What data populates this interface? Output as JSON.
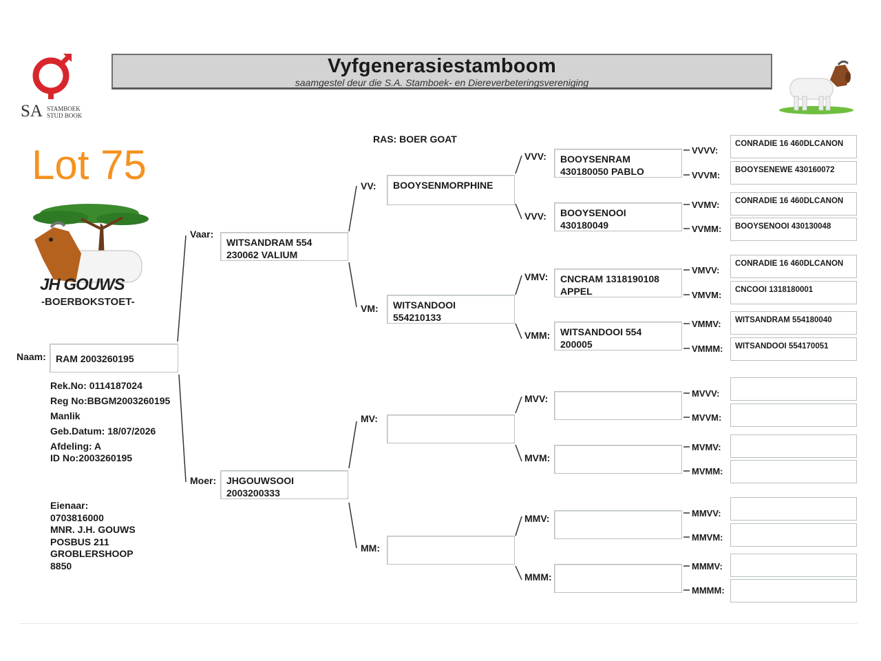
{
  "header": {
    "title": "Vyfgenerasiestamboom",
    "subtitle": "saamgestel deur die S.A. Stamboek- en Diereverbeteringsvereniging",
    "logo_text_big": "SA",
    "logo_text_small_1": "STAMBOEK",
    "logo_text_small_2": "STUD BOOK"
  },
  "lot": "Lot 75",
  "breeder_logo": {
    "name": "JH GOUWS",
    "tagline": "-BOERBOKSTOET-"
  },
  "breed": "RAS: BOER GOAT",
  "animal": {
    "name_label": "Naam:",
    "name": "RAM 2003260195",
    "details": [
      "Rek.No: 0114187024",
      "Reg No:BBGM2003260195",
      "Manlik",
      "Geb.Datum: 18/07/2026",
      "Afdeling: A",
      "ID No:2003260195"
    ]
  },
  "owner": {
    "lines": [
      "Eienaar:",
      "0703816000",
      "MNR. J.H. GOUWS",
      "POSBUS 211",
      "GROBLERSHOOP",
      "8850"
    ]
  },
  "gen1": {
    "vaar": {
      "label": "Vaar:",
      "value": "WITSANDRAM 554\n230062 VALIUM"
    },
    "moer": {
      "label": "Moer:",
      "value": "JHGOUWSOOI\n2003200333"
    }
  },
  "gen2": {
    "vv": {
      "label": "VV:",
      "value": "BOOYSENMORPHINE"
    },
    "vm": {
      "label": "VM:",
      "value": "WITSANDOOI\n554210133"
    },
    "mv": {
      "label": "MV:",
      "value": ""
    },
    "mm": {
      "label": "MM:",
      "value": ""
    }
  },
  "gen3": {
    "vvv": {
      "label": "VVV:",
      "value": "BOOYSENRAM\n430180050 PABLO"
    },
    "vvm": {
      "label": "VVV:",
      "value": "BOOYSENOOI\n430180049"
    },
    "vmv": {
      "label": "VMV:",
      "value": "CNCRAM 1318190108\nAPPEL"
    },
    "vmm": {
      "label": "VMM:",
      "value": "WITSANDOOI 554\n200005"
    },
    "mvv": {
      "label": "MVV:",
      "value": ""
    },
    "mvm": {
      "label": "MVM:",
      "value": ""
    },
    "mmv": {
      "label": "MMV:",
      "value": ""
    },
    "mmm": {
      "label": "MMM:",
      "value": ""
    }
  },
  "gen4": [
    {
      "label": "VVVV:",
      "value": "CONRADIE 16 460DLCANON"
    },
    {
      "label": "VVVM:",
      "value": "BOOYSENEWE 430160072"
    },
    {
      "label": "VVMV:",
      "value": "CONRADIE 16 460DLCANON"
    },
    {
      "label": "VVMM:",
      "value": "BOOYSENOOI 430130048"
    },
    {
      "label": "VMVV:",
      "value": "CONRADIE 16 460DLCANON"
    },
    {
      "label": "VMVM:",
      "value": "CNCOOI 1318180001"
    },
    {
      "label": "VMMV:",
      "value": "WITSANDRAM 554180040"
    },
    {
      "label": "VMMM:",
      "value": "WITSANDOOI 554170051"
    },
    {
      "label": "MVVV:",
      "value": ""
    },
    {
      "label": "MVVM:",
      "value": ""
    },
    {
      "label": "MVMV:",
      "value": ""
    },
    {
      "label": "MVMM:",
      "value": ""
    },
    {
      "label": "MMVV:",
      "value": ""
    },
    {
      "label": "MMVM:",
      "value": ""
    },
    {
      "label": "MMMV:",
      "value": ""
    },
    {
      "label": "MMMM:",
      "value": ""
    }
  ],
  "colors": {
    "lot": "#f4921f",
    "logo_red": "#d8262c",
    "title_bg": "#d3d3d3"
  }
}
